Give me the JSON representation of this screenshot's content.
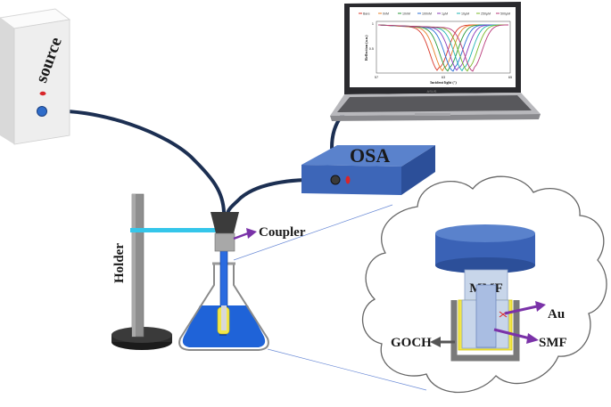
{
  "labels": {
    "source": "source",
    "osa": "OSA",
    "coupler": "Coupler",
    "holder": "Holder",
    "mmf": "MMF",
    "au": "Au",
    "smf": "SMF",
    "goch": "GOCH"
  },
  "laptop_chart": {
    "legend": [
      "Bare",
      "0nM",
      "10nM",
      "100nM",
      "1µM",
      "10µM",
      "250µM",
      "500µM"
    ],
    "ylabel": "Reflection (a.u.)",
    "xlabel": "Incident light (°)",
    "xticks": [
      "57",
      "63",
      "65"
    ],
    "yticks": [
      "1",
      "0.5"
    ],
    "brand": "ASUS"
  },
  "colors": {
    "osa_box": "#3d66b8",
    "source_box": "#f0f0f0",
    "fiber": "#1c2f52",
    "liquid": "#1f63d8",
    "clamp": "#35c6ea",
    "arrow": "#7a32a8",
    "mmf_cap": "#3a62b6",
    "au_coat": "#f2e64a",
    "goch": "#7a7a7a"
  }
}
